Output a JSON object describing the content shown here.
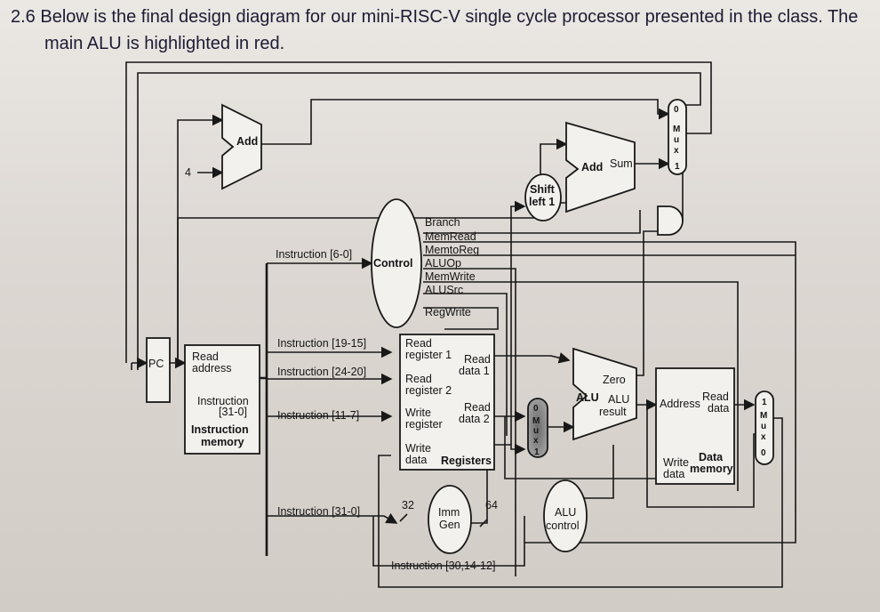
{
  "question": {
    "number": "2.6",
    "line1": "Below is the final design diagram for our mini-RISC-V single cycle processor presented in the class. The",
    "line2": "main ALU is highlighted in red."
  },
  "diagram": {
    "pc": "PC",
    "add_top": "Add",
    "const_four": "4",
    "imem": {
      "read": "Read",
      "address": "address",
      "instr": "Instruction",
      "instr_range": "[31-0]",
      "title1": "Instruction",
      "title2": "memory"
    },
    "fields": {
      "i6_0": "Instruction [6-0]",
      "i19_15": "Instruction [19-15]",
      "i24_20": "Instruction [24-20]",
      "i11_7": "Instruction [11-7]",
      "i31_0": "Instruction [31-0]",
      "i30_14_12": "Instruction [30,14-12]"
    },
    "control": {
      "label": "Control",
      "signals": [
        "Branch",
        "MemRead",
        "MemtoReg",
        "ALUOp",
        "MemWrite",
        "ALUSrc",
        "RegWrite"
      ]
    },
    "registers": {
      "read": "Read",
      "register1": "register 1",
      "register2": "register 2",
      "read_data": "Read",
      "data1": "data 1",
      "data2": "data 2",
      "write": "Write",
      "write_register": "register",
      "write_data1": "Write",
      "write_data2": "data",
      "title": "Registers"
    },
    "imm_gen": {
      "line1": "Imm",
      "line2": "Gen",
      "in_bits": "32",
      "out_bits": "64"
    },
    "shift": {
      "line1": "Shift",
      "line2": "left 1"
    },
    "adder2": {
      "add": "Add",
      "sum": "Sum"
    },
    "alu": {
      "zero": "Zero",
      "alu": "ALU",
      "alu2": "ALU",
      "result": "result"
    },
    "alu_control": {
      "line1": "ALU",
      "line2": "control"
    },
    "dmem": {
      "address": "Address",
      "read": "Read",
      "data": "data",
      "write": "Write",
      "wdata": "data",
      "title1": "Data",
      "title2": "memory"
    },
    "mux": {
      "zero": "0",
      "one": "1",
      "letters": [
        "M",
        "u",
        "x"
      ]
    }
  }
}
